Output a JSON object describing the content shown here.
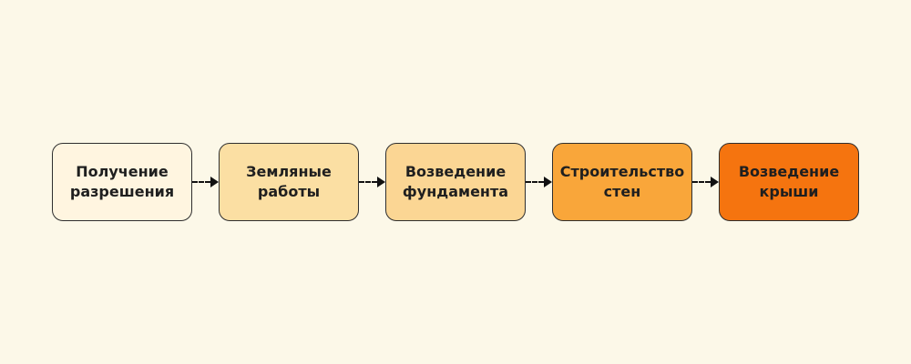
{
  "canvas": {
    "background": "#FCF8E8"
  },
  "diagram": {
    "type": "horizontal-flowchart",
    "direction": "left-to-right",
    "connector_style": "dashed-arrow"
  },
  "arrow": {
    "color": "#111111"
  },
  "nodes": [
    {
      "label": "Получение разрешения",
      "color": "#FFF5E0"
    },
    {
      "label": "Земляные работы",
      "color": "#FBDFA3"
    },
    {
      "label": "Возведение фундамента",
      "color": "#FBD694"
    },
    {
      "label": "Строительство стен",
      "color": "#F9A63A"
    },
    {
      "label": "Возведение крыши",
      "color": "#F5740F"
    }
  ]
}
